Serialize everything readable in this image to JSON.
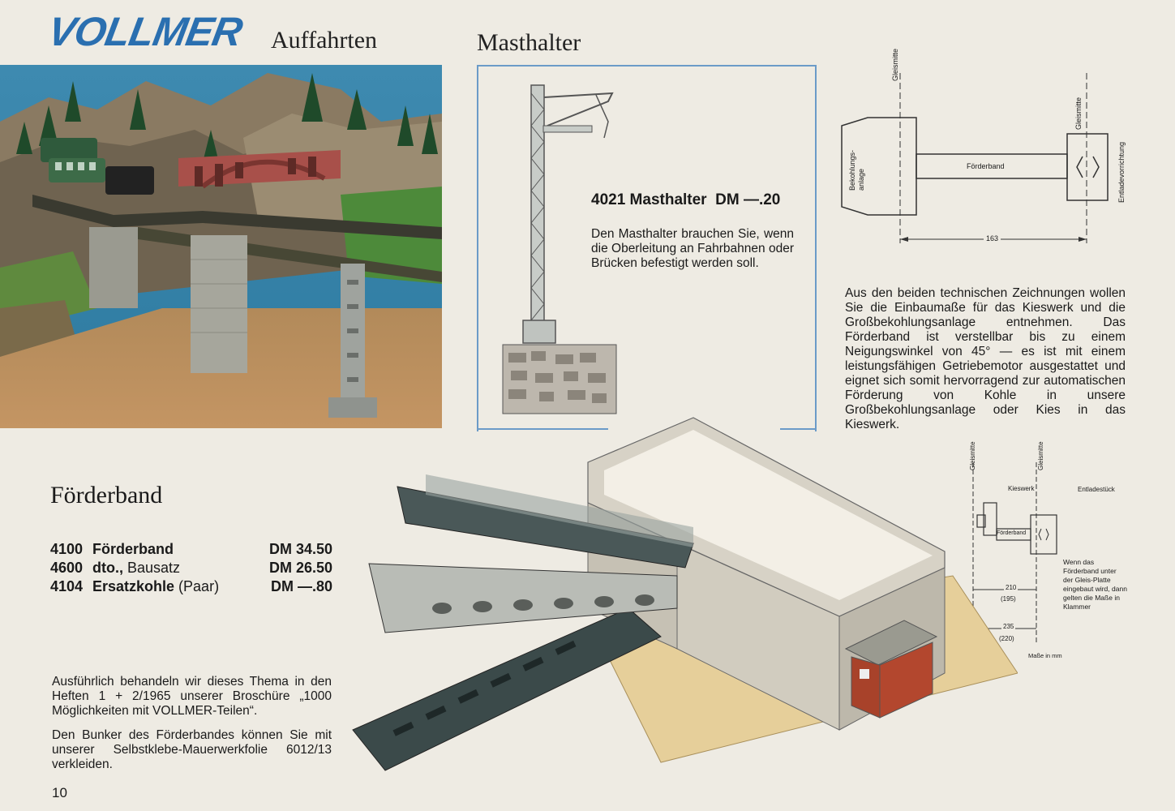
{
  "header": {
    "brand": "VOLLMER",
    "section_auffahrten": "Auffahrten",
    "section_masthalter": "Masthalter"
  },
  "masthalter": {
    "product_line": "4021 Masthalter  DM —.20",
    "description": "Den Masthalter brauchen Sie, wenn die Oberleitung an Fahrbahnen oder Brücken befestigt werden soll."
  },
  "drawing_top": {
    "label_gleismitte_left": "Gleismitte",
    "label_gleismitte_right": "Gleismitte",
    "label_bekohlungsanlage": "Bekohlungs-\nanlage",
    "label_foerderband": "Förderband",
    "label_entladevorrichtung": "Entladevorrichtung",
    "dimension": "163"
  },
  "info_text": "Aus den beiden technischen Zeichnungen wollen Sie die Einbaumaße für das Kieswerk und die Großbekohlungsanlage entnehmen. Das Förderband ist verstellbar bis zu einem Neigungswinkel von 45° — es ist mit einem leistungsfähigen Getriebemotor ausgestattet und eignet sich somit hervorragend zur automatischen Förderung von Kohle in unsere Großbekohlungsanlage oder Kies in das Kieswerk.",
  "drawing_small": {
    "label_gleismitte_1": "Gleismitte",
    "label_gleismitte_2": "Gleismitte",
    "label_kieswerk": "Kieswerk",
    "label_entladestueck": "Entladestück",
    "label_foerderband": "Förderband",
    "dim_210": "210",
    "dim_195": "(195)",
    "dim_235": "235",
    "dim_220": "(220)",
    "note": "Wenn das Förderband unter der Gleis-Platte eingebaut wird, dann gelten die Maße in Klammer",
    "units": "Maße in mm"
  },
  "foerderband": {
    "title": "Förderband",
    "items": [
      {
        "number": "4100",
        "name": "Förderband",
        "suffix": "",
        "price": "DM 34.50"
      },
      {
        "number": "4600",
        "name": "dto.,",
        "suffix": " Bausatz",
        "price": "DM 26.50"
      },
      {
        "number": "4104",
        "name": "Ersatzkohle",
        "suffix": " (Paar)",
        "price": "DM —.80"
      }
    ],
    "note1": "Ausführlich behandeln wir dieses Thema in den Heften 1 + 2/1965 unserer Broschüre „1000 Möglichkeiten mit VOLLMER-Teilen“.",
    "note2": "Den Bunker des Förderbandes können Sie mit unserer Selbstklebe-Mauerwerkfolie 6012/13 verkleiden."
  },
  "page_number": "10"
}
